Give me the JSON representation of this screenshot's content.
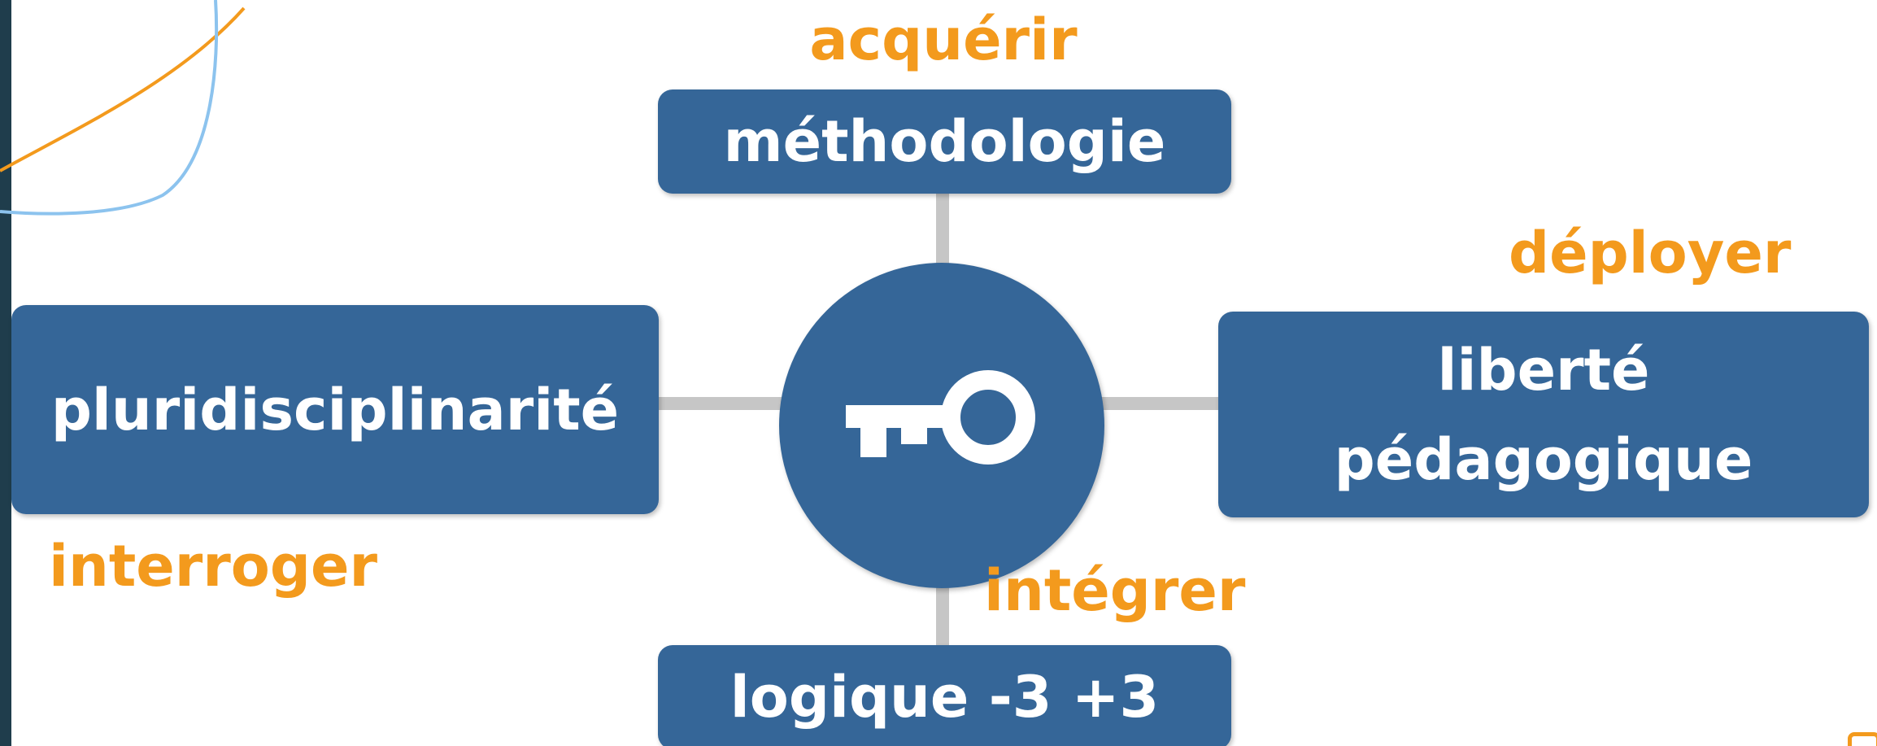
{
  "diagram": {
    "hub_icon": "key-icon",
    "nodes": {
      "top": {
        "label": "méthodologie",
        "verb": "acquérir"
      },
      "right": {
        "line1": "liberté",
        "line2": "pédagogique",
        "verb": "déployer"
      },
      "left": {
        "label": "pluridisciplinarité",
        "verb": "interroger"
      },
      "bottom": {
        "label": "logique -3 +3",
        "verb": "intégrer"
      }
    },
    "colors": {
      "box": "#356698",
      "verb": "#f39a1d",
      "connector": "#c6c6c6",
      "left_bar": "#1f3d4c"
    }
  }
}
